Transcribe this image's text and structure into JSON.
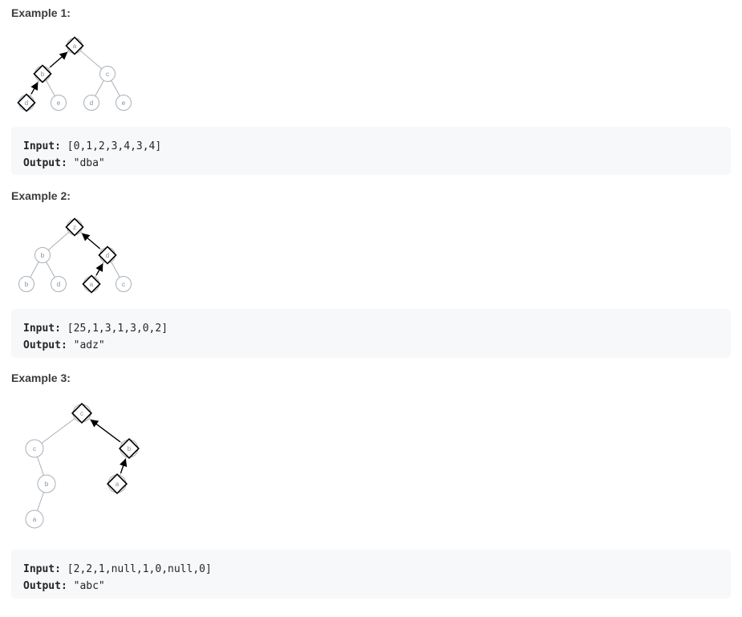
{
  "examples": [
    {
      "title": "Example 1:",
      "input_label": "Input:",
      "input_value": "[0,1,2,3,4,3,4]",
      "output_label": "Output:",
      "output_value": "\"dba\"",
      "tree": {
        "nodes": [
          {
            "label": "a",
            "highlight": true
          },
          {
            "label": "b",
            "highlight": true
          },
          {
            "label": "c",
            "highlight": false
          },
          {
            "label": "d",
            "highlight": true
          },
          {
            "label": "e",
            "highlight": false
          },
          {
            "label": "d",
            "highlight": false
          },
          {
            "label": "e",
            "highlight": false
          }
        ]
      }
    },
    {
      "title": "Example 2:",
      "input_label": "Input:",
      "input_value": "[25,1,3,1,3,0,2]",
      "output_label": "Output:",
      "output_value": "\"adz\"",
      "tree": {
        "nodes": [
          {
            "label": "z",
            "highlight": true
          },
          {
            "label": "b",
            "highlight": false
          },
          {
            "label": "d",
            "highlight": true
          },
          {
            "label": "b",
            "highlight": false
          },
          {
            "label": "d",
            "highlight": false
          },
          {
            "label": "a",
            "highlight": true
          },
          {
            "label": "c",
            "highlight": false
          }
        ]
      }
    },
    {
      "title": "Example 3:",
      "input_label": "Input:",
      "input_value": "[2,2,1,null,1,0,null,0]",
      "output_label": "Output:",
      "output_value": "\"abc\"",
      "tree": {
        "nodes": [
          {
            "label": "c",
            "highlight": true
          },
          {
            "label": "c",
            "highlight": false
          },
          {
            "label": "b",
            "highlight": true
          },
          {
            "label": "b",
            "highlight": false
          },
          {
            "label": "a",
            "highlight": true
          },
          {
            "label": "a",
            "highlight": false
          }
        ]
      }
    }
  ]
}
